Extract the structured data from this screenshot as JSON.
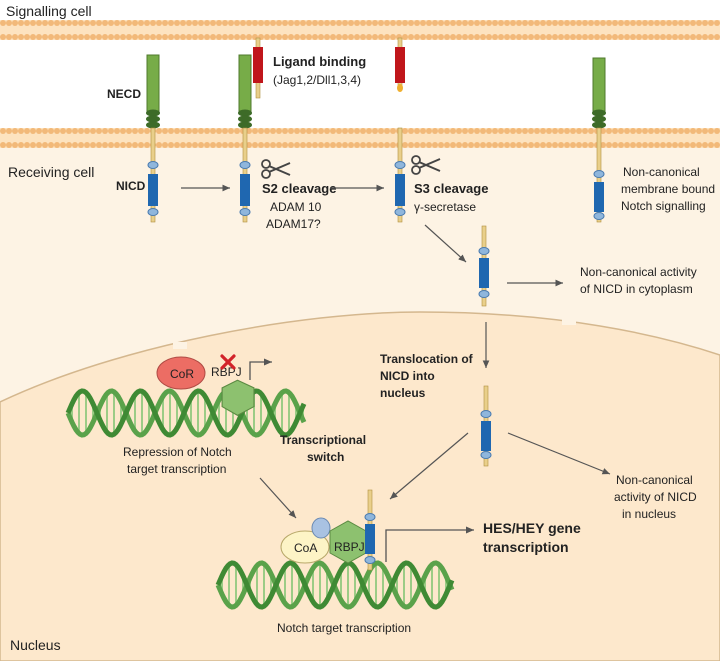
{
  "regions": {
    "signalling_cell": "Signalling cell",
    "receiving_cell": "Receiving cell",
    "nucleus": "Nucleus"
  },
  "labels": {
    "necd": "NECD",
    "nicd": "NICD",
    "ligand_binding": "Ligand binding",
    "ligand_list": "(Jag1,2/Dll1,3,4)",
    "s2_cleavage": "S2 cleavage",
    "adam10": "ADAM 10",
    "adam17": "ADAM17?",
    "s3_cleavage": "S3 cleavage",
    "gamma_secretase": "γ-secretase",
    "noncanon_membrane_1": "Non-canonical",
    "noncanon_membrane_2": "membrane bound",
    "noncanon_membrane_3": "Notch signalling",
    "noncanon_cyto_1": "Non-canonical activity",
    "noncanon_cyto_2": "of NICD in cytoplasm",
    "translocation_1": "Translocation of",
    "translocation_2": "NICD into",
    "translocation_3": "nucleus",
    "cor": "CoR",
    "rbpj_repress": "RBPJ",
    "repression_1": "Repression of Notch",
    "repression_2": "target transcription",
    "switch_1": "Transcriptional",
    "switch_2": "switch",
    "noncanon_nuc_1": "Non-canonical",
    "noncanon_nuc_2": "activity of NICD",
    "noncanon_nuc_3": "in nucleus",
    "coa": "CoA",
    "rbpj_active": "RBPJ",
    "hes_1": "HES/HEY gene",
    "hes_2": "transcription",
    "notch_target": "Notch target transcription"
  },
  "colors": {
    "membrane_outer": "#f2b979",
    "membrane_inner": "#fde3bf",
    "cytoplasm": "#fdf3e4",
    "nucleus_fill": "#fde8cc",
    "ecd_green": "#77ac48",
    "nicd_blue": "#1f67b0",
    "ligand_red": "#c0161b",
    "cor_red": "#ec6d64",
    "rbpj_green": "#8dc16f",
    "coa_yellow": "#fdf4c6",
    "dna_green": "#5aa24a",
    "x_red": "#d2232a"
  }
}
